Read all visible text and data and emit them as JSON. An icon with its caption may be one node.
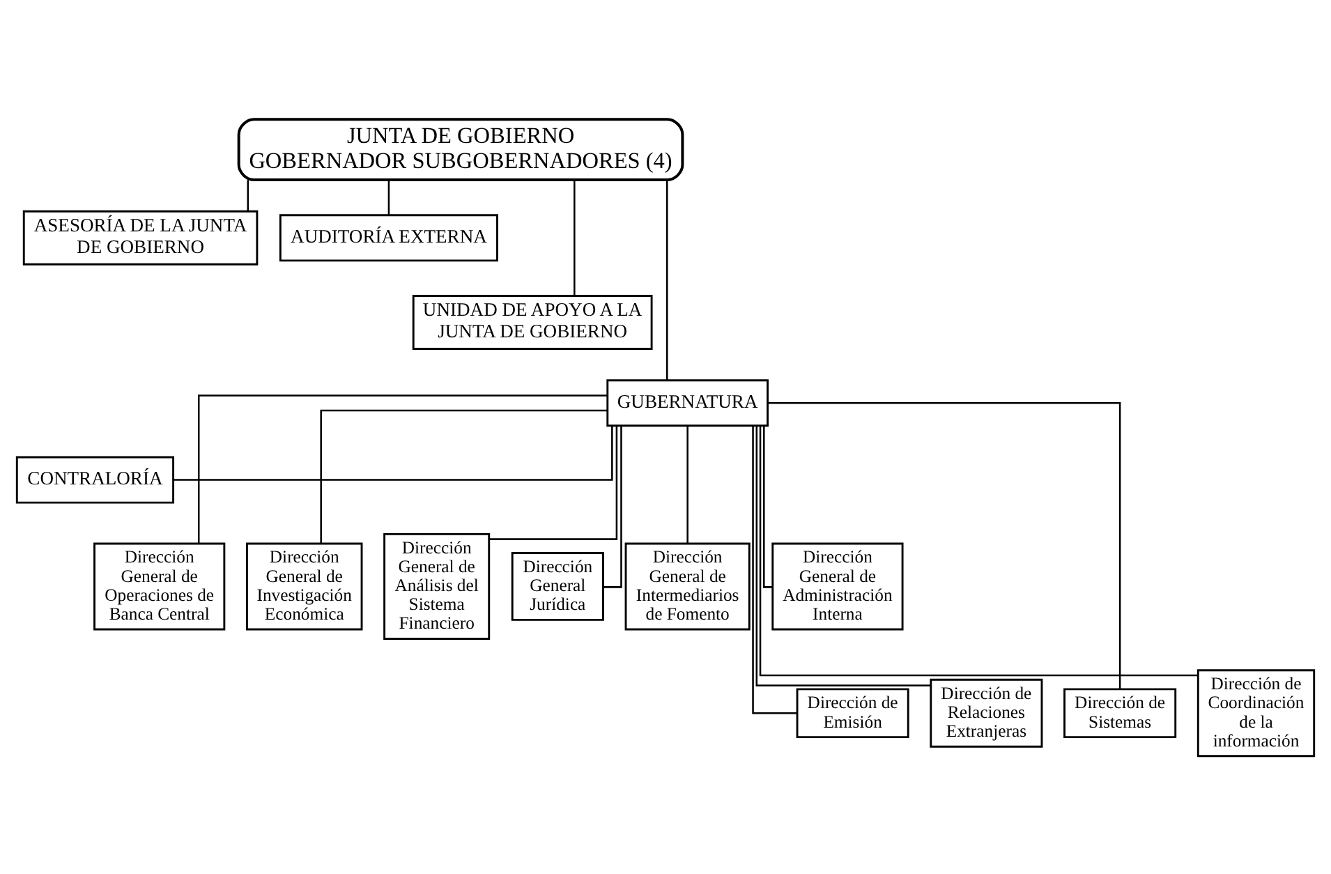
{
  "diagram": {
    "nodes": [
      {
        "text": [
          "JUNTA DE GOBIERNO",
          "GOBERNADOR SUBGOBERNADORES (4)"
        ]
      },
      {
        "text": [
          "ASESORÍA DE LA JUNTA DE GOBIERNO"
        ]
      },
      {
        "text": [
          "AUDITORÍA EXTERNA"
        ]
      },
      {
        "text": [
          "UNIDAD DE APOYO A LA JUNTA DE GOBIERNO"
        ]
      },
      {
        "text": [
          "GUBERNATURA"
        ]
      },
      {
        "text": [
          "CONTRALORÍA"
        ]
      },
      {
        "text": [
          "Dirección General de Operaciones de Banca Central"
        ]
      },
      {
        "text": [
          "Dirección General de Investigación Económica"
        ]
      },
      {
        "text": [
          "Dirección General de Análisis del Sistema Financiero"
        ]
      },
      {
        "text": [
          "Dirección General Jurídica"
        ]
      },
      {
        "text": [
          "Dirección General de Intermediarios de Fomento"
        ]
      },
      {
        "text": [
          "Dirección General de Administración Interna"
        ]
      },
      {
        "text": [
          "Dirección de Emisión"
        ]
      },
      {
        "text": [
          "Dirección de Relaciones Extranjeras"
        ]
      },
      {
        "text": [
          "Dirección de Sistemas"
        ]
      },
      {
        "text": [
          "Dirección de Coordinación de la información"
        ]
      }
    ],
    "edges": [
      {
        "from": 0,
        "to": 1,
        "arrow": "none"
      },
      {
        "from": 0,
        "to": 2,
        "arrow": "none"
      },
      {
        "from": 0,
        "to": 3,
        "arrow": "none"
      },
      {
        "from": 0,
        "to": 4,
        "arrow": "none"
      },
      {
        "from": 4,
        "to": 5,
        "arrow": "none"
      },
      {
        "from": 4,
        "to": 6,
        "arrow": "none"
      },
      {
        "from": 4,
        "to": 7,
        "arrow": "none"
      },
      {
        "from": 4,
        "to": 8,
        "arrow": "none"
      },
      {
        "from": 4,
        "to": 9,
        "arrow": "none"
      },
      {
        "from": 4,
        "to": 10,
        "arrow": "none"
      },
      {
        "from": 4,
        "to": 11,
        "arrow": "none"
      },
      {
        "from": 4,
        "to": 12,
        "arrow": "none"
      },
      {
        "from": 4,
        "to": 13,
        "arrow": "none"
      },
      {
        "from": 4,
        "to": 14,
        "arrow": "none"
      },
      {
        "from": 4,
        "to": 15,
        "arrow": "none"
      }
    ]
  }
}
